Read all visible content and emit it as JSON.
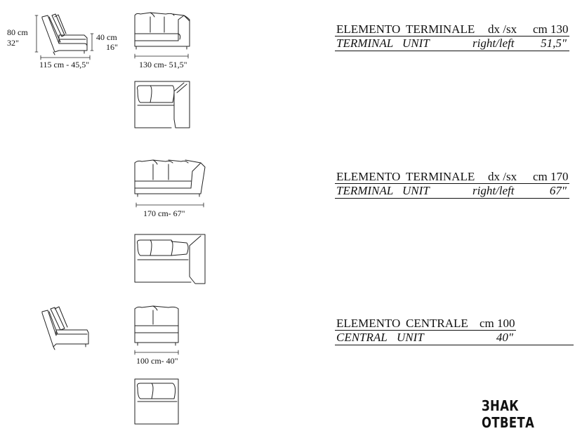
{
  "dimensions": {
    "side_height": "80 cm\n32\"",
    "side_height_cm": "80 cm",
    "side_height_in": "32\"",
    "seat_height_cm": "40 cm",
    "seat_height_in": "16\"",
    "depth": "115 cm - 45,5\"",
    "width_130": "130 cm- 51,5\"",
    "width_170": "170 cm- 67\"",
    "width_100": "100 cm- 40\""
  },
  "specs": [
    {
      "it_name": "ELEMENTO",
      "it_type": "TERMINALE",
      "it_side": "dx /sx",
      "it_size": "cm 130",
      "en_name": "TERMINAL",
      "en_type": "UNIT",
      "en_side": "right/left",
      "en_size": "51,5\""
    },
    {
      "it_name": "ELEMENTO",
      "it_type": "TERMINALE",
      "it_side": "dx /sx",
      "it_size": "cm 170",
      "en_name": "TERMINAL",
      "en_type": "UNIT",
      "en_side": "right/left",
      "en_size": "67\""
    },
    {
      "it_name": "ELEMENTO",
      "it_type": "CENTRALE",
      "it_size": "cm 100",
      "en_name": "CENTRAL",
      "en_type": "UNIT",
      "en_size": "40\""
    }
  ],
  "brand": "ЗНАК ОТВЕТА"
}
